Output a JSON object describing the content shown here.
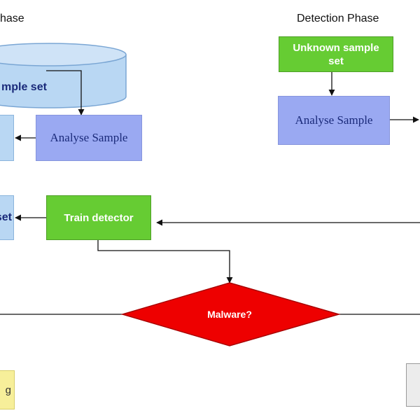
{
  "phases": {
    "training_title": "hase",
    "detection_title": "Detection Phase"
  },
  "nodes": {
    "sample_set": "mple set",
    "analyse_sample_left": "Analyse Sample",
    "train_detector": "Train detector",
    "feature_set_partial": "set",
    "unknown_sample_set": "Unknown sample set",
    "analyse_sample_right": "Analyse Sample",
    "malware_decision": "Malware?",
    "bottom_left_box": "g"
  },
  "colors": {
    "process_green": "#66cc33",
    "analyse_blue": "#9aa9f2",
    "store_lightblue": "#b9d7f3",
    "decision_red": "#ee0000",
    "outcome_yellow": "#f7ef9a"
  }
}
